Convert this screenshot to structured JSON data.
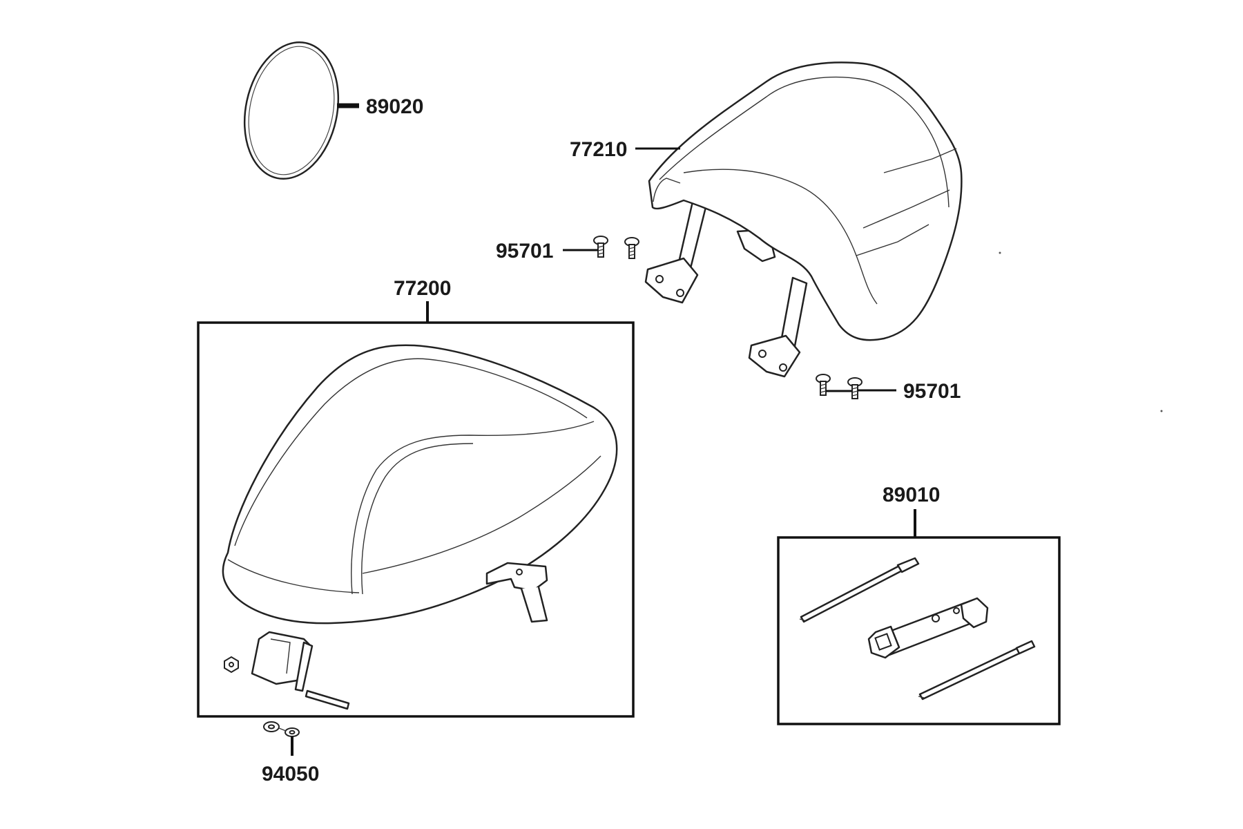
{
  "parts": {
    "p89020": {
      "label": "89020"
    },
    "p77210": {
      "label": "77210"
    },
    "p95701_upper": {
      "label": "95701"
    },
    "p95701_lower": {
      "label": "95701"
    },
    "p77200": {
      "label": "77200"
    },
    "p89010": {
      "label": "89010"
    },
    "p94050": {
      "label": "94050"
    }
  }
}
